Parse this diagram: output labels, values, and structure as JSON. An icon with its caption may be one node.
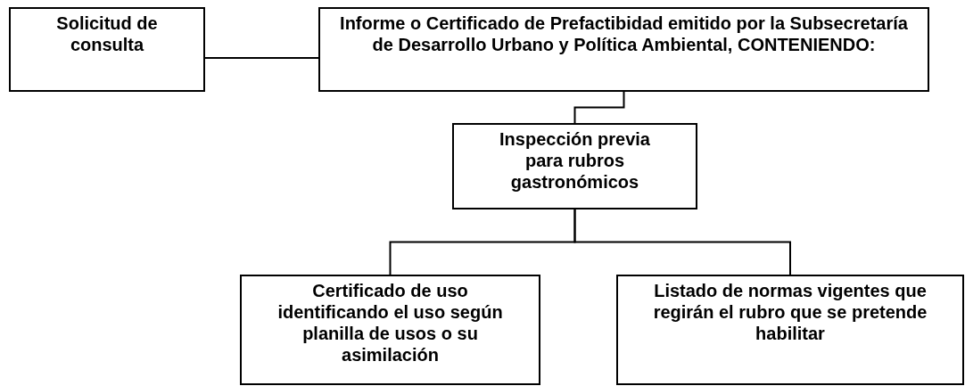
{
  "diagram": {
    "nodes": [
      {
        "text": [
          "Solicitud de consulta"
        ]
      },
      {
        "text": [
          "Informe o Certificado de Prefactibidad emitido por la Subsecretaría de Desarrollo Urbano y Política Ambiental, CONTENIENDO:"
        ]
      },
      {
        "text": [
          "Inspección previa para rubros gastronómicos"
        ]
      },
      {
        "text": [
          "Certificado de uso identificando el uso según planilla de usos o su asimilación"
        ]
      },
      {
        "text": [
          "Listado de normas vigentes que regirán el rubro que se pretende habilitar"
        ]
      }
    ],
    "edges": [
      {
        "from": 0,
        "to": 1,
        "arrow": "none"
      },
      {
        "from": 1,
        "to": 2,
        "arrow": "none"
      },
      {
        "from": 2,
        "to": 3,
        "arrow": "none"
      },
      {
        "from": 2,
        "to": 4,
        "arrow": "none"
      }
    ]
  }
}
